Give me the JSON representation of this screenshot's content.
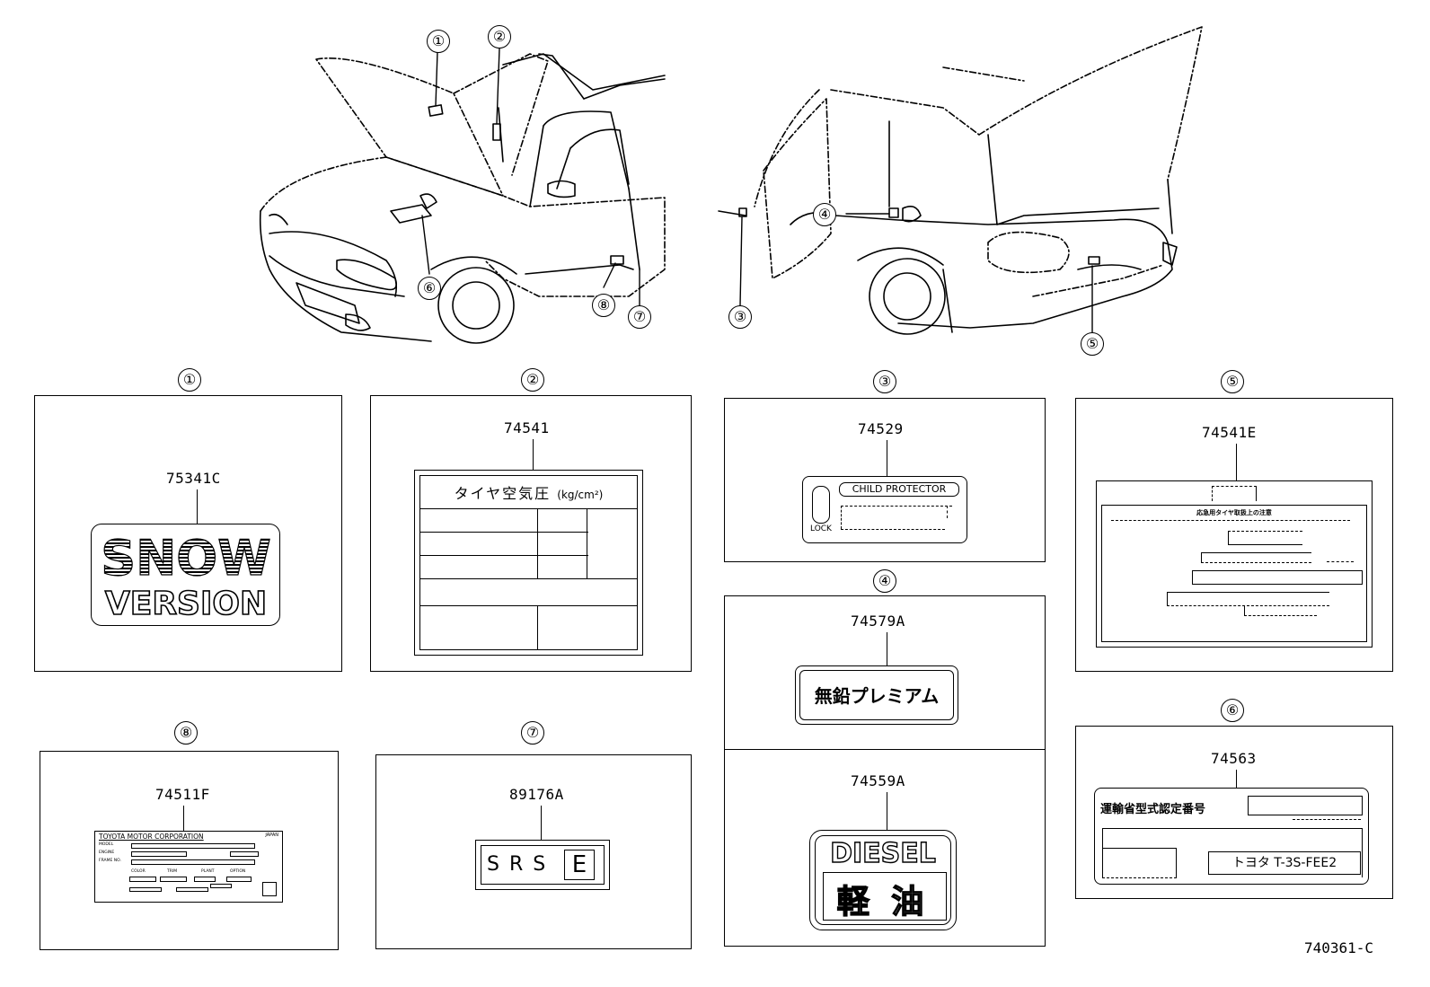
{
  "callouts": [
    "①",
    "②",
    "③",
    "④",
    "⑤",
    "⑥",
    "⑦",
    "⑧"
  ],
  "parts": {
    "p1": "75341C",
    "p2": "74541",
    "p3": "74529",
    "p4a": "74579A",
    "p4b": "74559A",
    "p5": "74541E",
    "p6": "74563",
    "p7": "89176A",
    "p8": "74511F"
  },
  "labels": {
    "snow": "SNOW",
    "version": "VERSION",
    "tire_pressure": "タイヤ空気圧",
    "tire_unit": "(kg/cm²)",
    "child_protector": "CHILD PROTECTOR",
    "lock": "LOCK",
    "spare_tire_caution": "応急用タイヤ取扱上の注意",
    "unleaded_premium": "無鉛プレミアム",
    "diesel": "DIESEL",
    "light_oil": "軽 油",
    "type_approval": "運輸省型式認定番号",
    "toyota_code": "トヨタ T-3S-FEE2",
    "srs": "S R S",
    "srs_box": "E",
    "toyota_corp": "TOYOTA MOTOR CORPORATION",
    "japan": "JAPAN",
    "model": "MODEL",
    "engine": "ENGINE",
    "frame_no": "FRAME NO.",
    "color": "COLOR",
    "trim": "TRIM",
    "plant": "PLANT",
    "option": "OPTION"
  },
  "diagram_ref": "740361-C"
}
